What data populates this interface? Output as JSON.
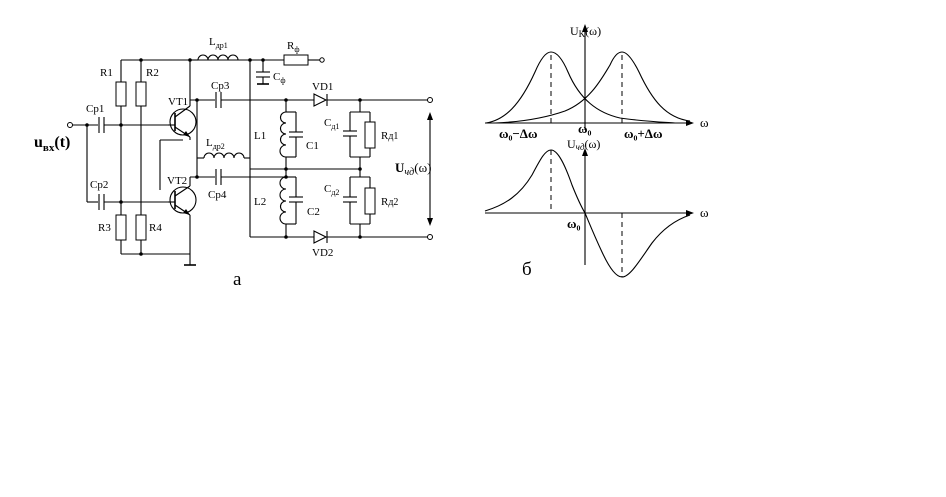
{
  "circuit": {
    "input": "u",
    "input_sub": "вх",
    "input_arg": "(t)",
    "R1": "R1",
    "R2": "R2",
    "R3": "R3",
    "R4": "R4",
    "Cp1": "Cр1",
    "Cp2": "Cр2",
    "Cp3": "Cр3",
    "Cp4": "Cр4",
    "VT1": "VT1",
    "VT2": "VT2",
    "Ldr1_main": "L",
    "Ldr1_sub": "др1",
    "Ldr2_main": "L",
    "Ldr2_sub": "др2",
    "Rf_main": "R",
    "Rf_sub": "ф",
    "Cf_main": "C",
    "Cf_sub": "ф",
    "VD1": "VD1",
    "VD2": "VD2",
    "L1": "L1",
    "L2": "L2",
    "C1": "C1",
    "C2": "C2",
    "Cd1_main": "C",
    "Cd1_sub": "д1",
    "Cd2_main": "C",
    "Cd2_sub": "д2",
    "Rd1_main": "R",
    "Rd1_sub": "д1",
    "Rd2_main": "R",
    "Rd2_sub": "д2",
    "output": "U",
    "output_sub": "чд",
    "output_arg": "(ω)",
    "caption": "а"
  },
  "graphs": {
    "top_ylabel": "U",
    "top_ylabel_sub": "K",
    "top_ylabel_arg": "(ω)",
    "top_xaxis": "ω",
    "left_peak": "ω₀−Δω",
    "center": "ω₀",
    "right_peak": "ω₀+Δω",
    "bottom_ylabel": "U",
    "bottom_ylabel_sub": "чд",
    "bottom_ylabel_arg": "(ω)",
    "bottom_xaxis": "ω",
    "bottom_center": "ω₀",
    "caption": "б"
  }
}
